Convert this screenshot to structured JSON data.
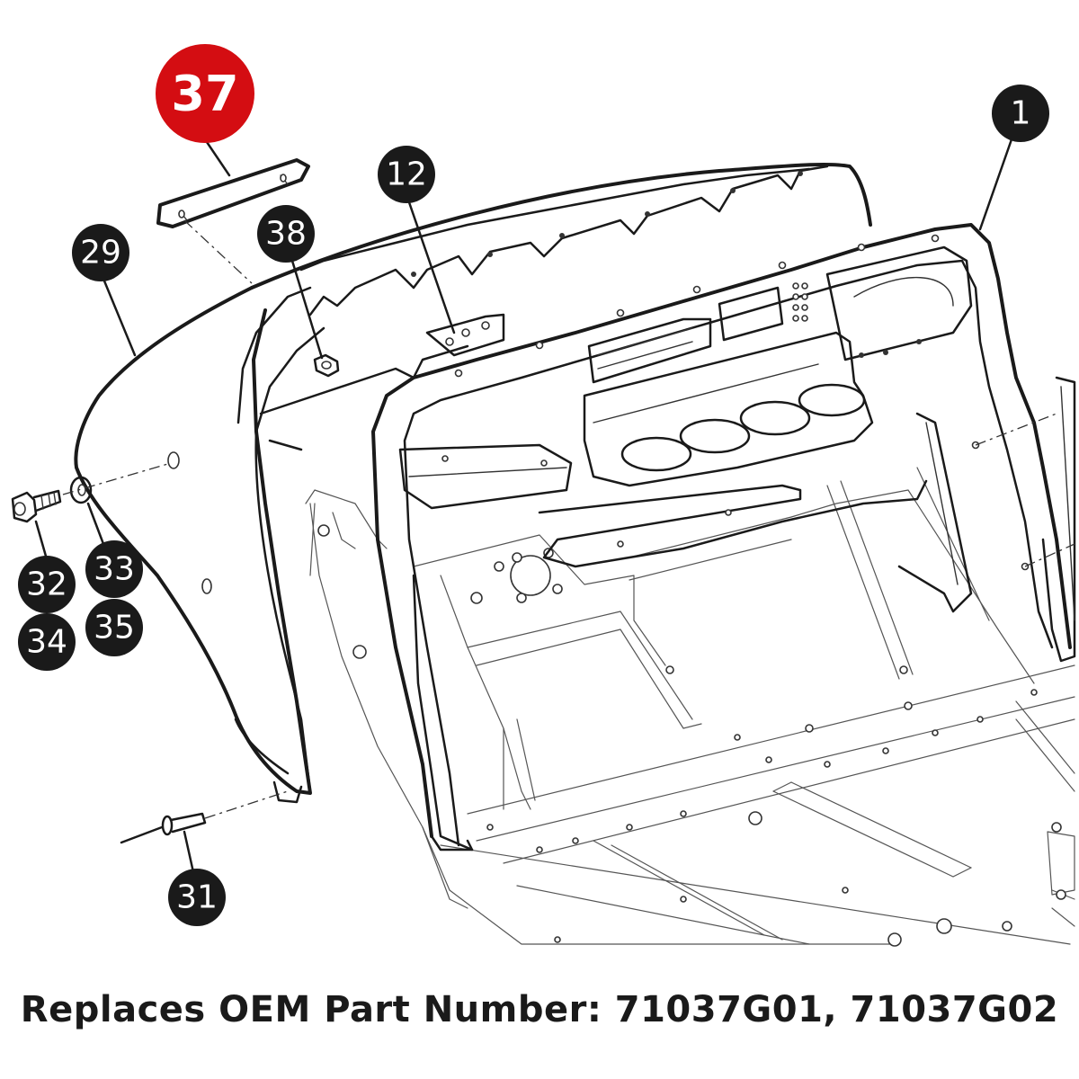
{
  "caption": "Replaces OEM Part Number: 71037G01, 71037G02",
  "colors": {
    "highlight_callout": "#d40d12",
    "callout": "#1a1a1a",
    "callout_text": "#ffffff",
    "line_art": "#1a1a1a"
  },
  "callouts": [
    {
      "id": "37",
      "label": "37",
      "highlighted": true
    },
    {
      "id": "1",
      "label": "1",
      "highlighted": false
    },
    {
      "id": "12",
      "label": "12",
      "highlighted": false
    },
    {
      "id": "38",
      "label": "38",
      "highlighted": false
    },
    {
      "id": "29",
      "label": "29",
      "highlighted": false
    },
    {
      "id": "32",
      "label": "32",
      "highlighted": false
    },
    {
      "id": "33",
      "label": "33",
      "highlighted": false
    },
    {
      "id": "34",
      "label": "34",
      "highlighted": false
    },
    {
      "id": "35",
      "label": "35",
      "highlighted": false
    },
    {
      "id": "31",
      "label": "31",
      "highlighted": false
    }
  ]
}
